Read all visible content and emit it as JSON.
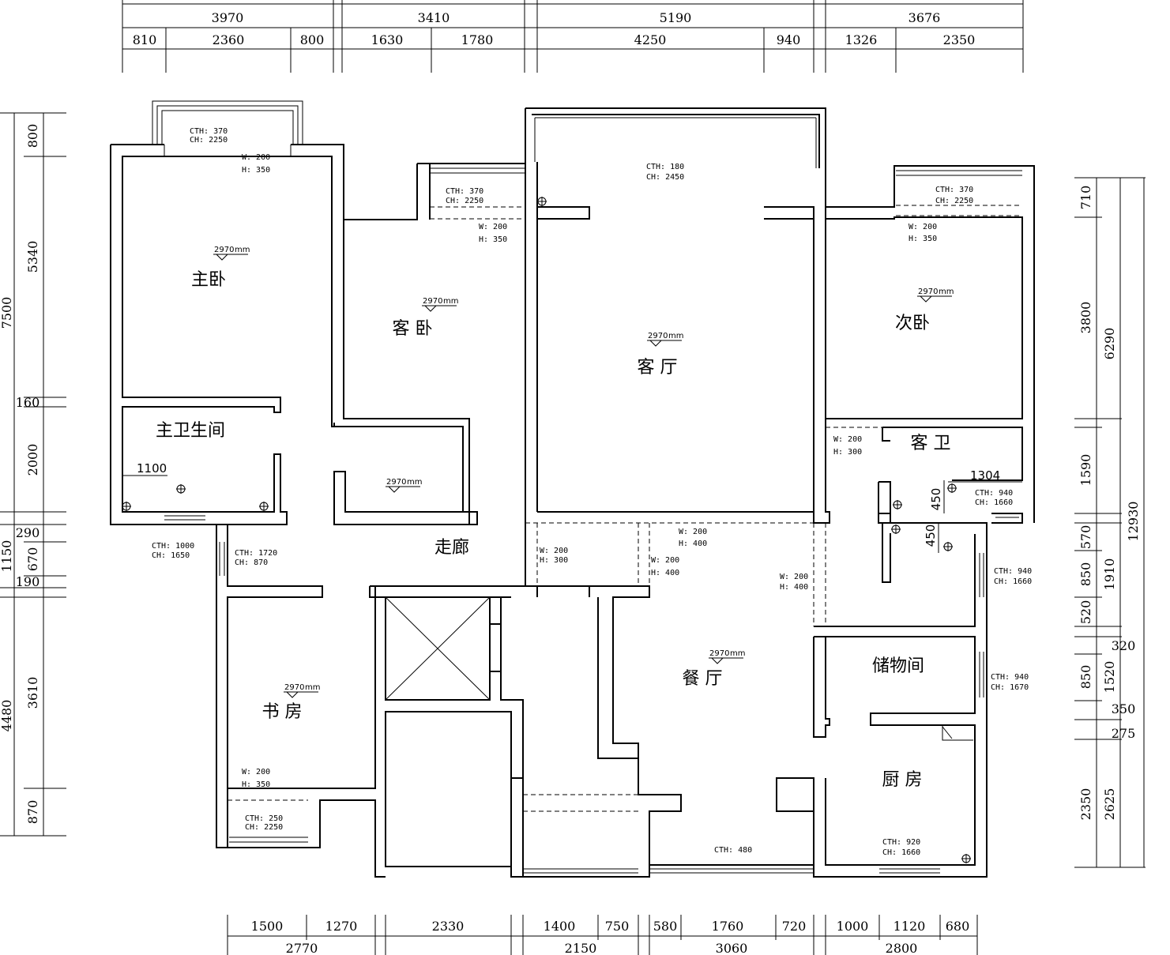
{
  "dims_top_total": [
    "3970",
    "3410",
    "5190",
    "3676"
  ],
  "dims_top_sub": [
    "810",
    "2360",
    "800",
    "1630",
    "1780",
    "4250",
    "940",
    "1326",
    "2350"
  ],
  "dims_bottom_sub": [
    "1500",
    "1270",
    "2330",
    "1400",
    "750",
    "580",
    "1760",
    "720",
    "1000",
    "1120",
    "680"
  ],
  "dims_bottom_total": [
    "2770",
    "2150",
    "3060",
    "2800"
  ],
  "dims_left_inner": [
    "800",
    "5340",
    "160",
    "2000",
    "290",
    "670",
    "190",
    "3610",
    "870"
  ],
  "dims_left_outer": [
    "7500",
    "1150",
    "4480"
  ],
  "dims_right_inner": [
    "710",
    "3800",
    "1590",
    "570",
    "850",
    "520",
    "320",
    "850",
    "350",
    "275",
    "2350"
  ],
  "dims_right_mid": [
    "6290",
    "1910",
    "1520",
    "2625"
  ],
  "dims_right_outer": [
    "12930"
  ],
  "rooms": {
    "master_bedroom": "主卧",
    "master_bath": "主卫生间",
    "guest_bedroom": "客 卧",
    "living_room": "客 厅",
    "second_bedroom": "次卧",
    "guest_bath": "客 卫",
    "corridor": "走廊",
    "study": "书 房",
    "dining_room": "餐 厅",
    "storage": "储物间",
    "kitchen": "厨 房"
  },
  "level_mark": "2970",
  "level_unit": "mm",
  "notes": {
    "w1_a": "CTH: 370",
    "w1_b": "CH: 2250",
    "d1_a": "W: 200",
    "d1_b": "H: 350",
    "w2_a": "CTH: 370",
    "w2_b": "CH: 2250",
    "d2_a": "W: 200",
    "d2_b": "H: 350",
    "w3_a": "CTH: 180",
    "w3_b": "CH: 2450",
    "w4_a": "CTH: 370",
    "w4_b": "CH: 2250",
    "d4_a": "W: 200",
    "d4_b": "H: 350",
    "d5_a": "W: 200",
    "d5_b": "H: 300",
    "w6_a": "CTH: 940",
    "w6_b": "CH: 1660",
    "w7_a": "CTH: 1000",
    "w7_b": "CH: 1650",
    "w8_a": "CTH: 1720",
    "w8_b": "CH: 870",
    "d9_a": "W: 200",
    "d9_b": "H: 300",
    "d10_a": "W: 200",
    "d10_b": "H: 400",
    "d11_a": "W: 200",
    "d11_b": "H: 400",
    "d12_a": "W: 200",
    "d12_b": "H: 400",
    "w13_a": "CTH: 940",
    "w13_b": "CH: 1660",
    "w14_a": "CTH: 940",
    "w14_b": "CH: 1670",
    "d15_a": "W: 200",
    "d15_b": "H: 350",
    "w16_a": "CTH: 250",
    "w16_b": "CH: 2250",
    "w17": "CTH: 480",
    "w18_a": "CTH: 920",
    "w18_b": "CH: 1660"
  },
  "marks": {
    "m1100": "1100",
    "m1304": "1304",
    "m450a": "450",
    "m450b": "450"
  }
}
